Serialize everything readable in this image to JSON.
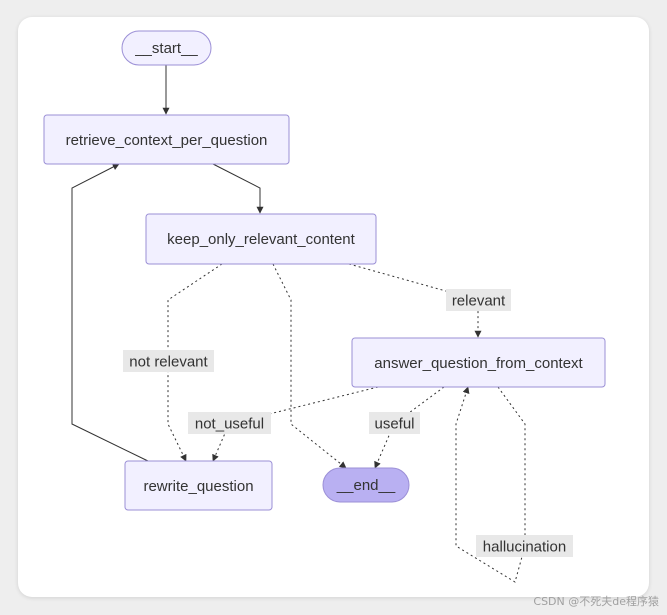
{
  "nodes": {
    "start": "__start__",
    "retrieve": "retrieve_context_per_question",
    "keep": "keep_only_relevant_content",
    "answer": "answer_question_from_context",
    "rewrite": "rewrite_question",
    "end": "__end__"
  },
  "edge_labels": {
    "relevant": "relevant",
    "not_relevant": "not relevant",
    "not_useful": "not_useful",
    "useful": "useful",
    "hallucination": "hallucination"
  },
  "colors": {
    "node_fill": "#f2f0ff",
    "node_border": "#9b8fd6",
    "end_fill": "#b9b0f2",
    "edge": "#333333",
    "label_bg": "#e8e8e8"
  },
  "watermark": "CSDN @不死夫de程序猿"
}
